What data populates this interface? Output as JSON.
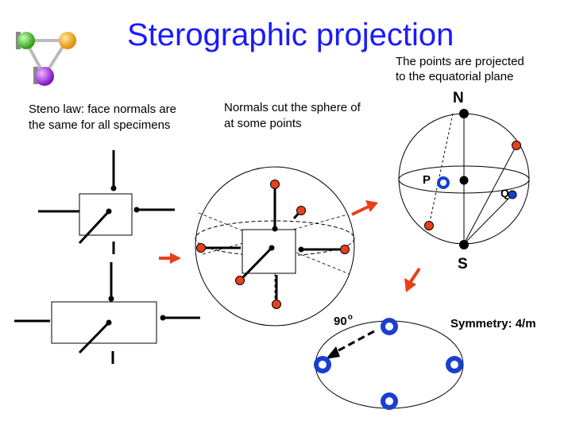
{
  "title": "Sterographic projection",
  "note_projection": {
    "line1": "The points are projected",
    "line2": "to the equatorial plane"
  },
  "steno_law": {
    "line1": "Steno law: face normals are",
    "line2": "the same for all specimens"
  },
  "normals_note": {
    "line1": "Normals cut the sphere of",
    "line2": "at some points"
  },
  "labels": {
    "north": "N",
    "south": "S",
    "point_p": "P",
    "point_q": "Q",
    "angle": "90",
    "angle_unit": "o",
    "symmetry": "Symmetry: 4/m"
  },
  "colors": {
    "title": "#1a1aff",
    "arrow": "#e8401c",
    "pole": "#e8401c",
    "projected": "#1a3fd0",
    "logo_green": "#3cb81a",
    "logo_orange": "#f0a010",
    "logo_purple": "#9a1ae0"
  },
  "icons": [
    "logo-molecule-icon",
    "arrow-right-icon",
    "arrow-up-right-icon",
    "arrow-down-left-icon",
    "rotation-arrow-icon"
  ]
}
